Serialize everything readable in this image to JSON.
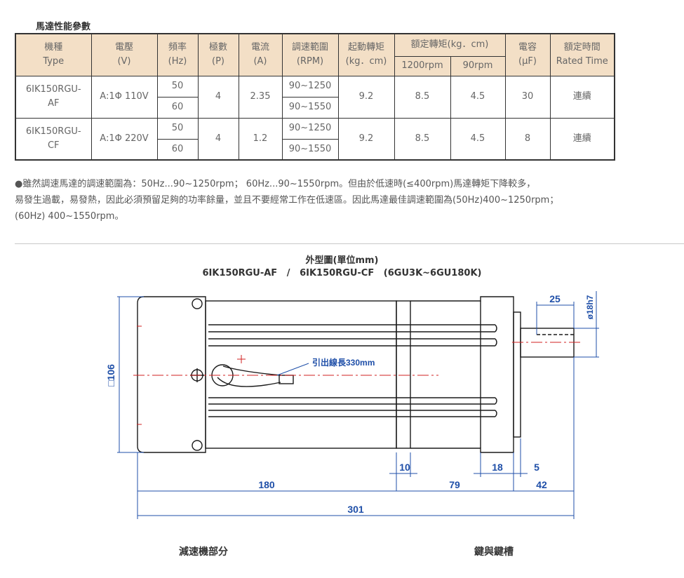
{
  "section_title": "馬達性能參數",
  "table": {
    "headers": [
      {
        "l1": "機種",
        "l2": "Type"
      },
      {
        "l1": "電壓",
        "l2": "(V)"
      },
      {
        "l1": "頻率",
        "l2": "(Hz)"
      },
      {
        "l1": "極數",
        "l2": "(P)"
      },
      {
        "l1": "電流",
        "l2": "(A)"
      },
      {
        "l1": "調速範圍",
        "l2": "(RPM)"
      },
      {
        "l1": "起動轉矩",
        "l2": "(kg．cm)"
      },
      {
        "l1": "額定轉矩(kg．cm)",
        "sub1": "1200rpm",
        "sub2": "90rpm"
      },
      {
        "l1": "電容",
        "l2": "(μF)"
      },
      {
        "l1": "額定時間",
        "l2": "Rated Time"
      }
    ],
    "rows": [
      {
        "type_l1": "6IK150RGU-",
        "type_l2": "AF",
        "voltage": "A:1Φ 110V",
        "freq1": "50",
        "freq2": "60",
        "poles": "4",
        "current": "2.35",
        "range1": "90~1250",
        "range2": "90~1550",
        "start_torque": "9.2",
        "rated_1200": "8.5",
        "rated_90": "4.5",
        "capacitor": "30",
        "rated_time": "連續"
      },
      {
        "type_l1": "6IK150RGU-",
        "type_l2": "CF",
        "voltage": "A:1Φ 220V",
        "freq1": "50",
        "freq2": "60",
        "poles": "4",
        "current": "1.2",
        "range1": "90~1250",
        "range2": "90~1550",
        "start_torque": "9.2",
        "rated_1200": "8.5",
        "rated_90": "4.5",
        "capacitor": "8",
        "rated_time": "連續"
      }
    ]
  },
  "notes": [
    "●雖然調速馬達的調速範圍為：50Hz...90~1250rpm；    60Hz...90~1550rpm。但由於低速時(≤400rpm)馬達轉矩下降較多，",
    "易發生過載，易發熱，因此必須預留足夠的功率餘量，並且不要經常工作在低速區。因此馬達最佳調速範圍為(50Hz)400~1250rpm；",
    "(60Hz) 400~1550rpm。"
  ],
  "drawing": {
    "title": "外型圖(單位mm)",
    "subtitle": "6IK150RGU-AF   /   6IK150RGU-CF   (6GU3K~6GU180K)",
    "dims": {
      "height": "□106",
      "lead": "引出線長330mm",
      "key_len": "25",
      "shaft_dia": "ø18h7",
      "d10": "10",
      "d18": "18",
      "d5": "5",
      "d180": "180",
      "d79": "79",
      "d42": "42",
      "d301": "301"
    },
    "colors": {
      "outline": "#1a1a1a",
      "dimension": "#1f4fa8",
      "center": "#d22020"
    }
  },
  "captions": {
    "left": "減速機部分",
    "right": "鍵與鍵槽"
  }
}
